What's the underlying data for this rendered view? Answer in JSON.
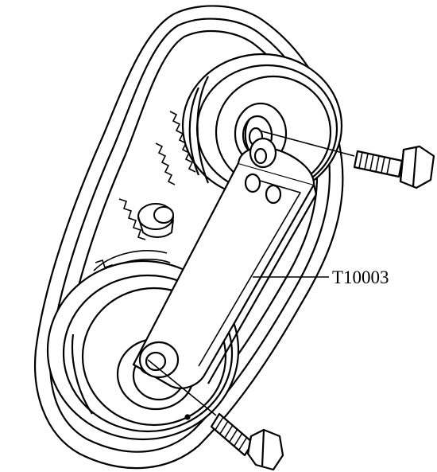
{
  "diagram": {
    "callouts": {
      "tool_label": "T10003"
    },
    "colors": {
      "ink": "#000000",
      "paper": "#ffffff"
    },
    "parts": [
      "timing-belt",
      "upper-pulley",
      "lower-pulley",
      "counterhold-tool",
      "upper-bolt",
      "lower-bolt"
    ]
  }
}
